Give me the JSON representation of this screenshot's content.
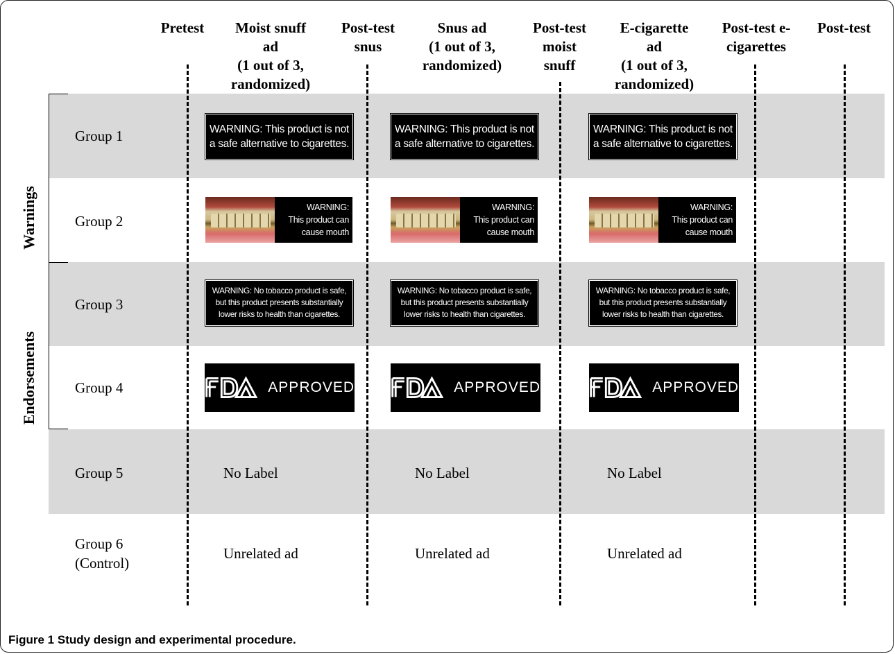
{
  "columns": [
    {
      "id": "pretest",
      "lines": [
        "Pretest"
      ]
    },
    {
      "id": "moist-snuff-ad",
      "lines": [
        "Moist snuff",
        "ad",
        "(1 out of 3,",
        "randomized)"
      ]
    },
    {
      "id": "posttest-snus",
      "lines": [
        "Post-test",
        "snus"
      ]
    },
    {
      "id": "snus-ad",
      "lines": [
        "Snus ad",
        "(1 out of 3,",
        "randomized)"
      ]
    },
    {
      "id": "posttest-moist-snuff",
      "lines": [
        "Post-test",
        "moist",
        "snuff"
      ]
    },
    {
      "id": "ecig-ad",
      "lines": [
        "E-cigarette",
        "ad",
        "(1 out of 3,",
        "randomized)"
      ]
    },
    {
      "id": "posttest-ecig",
      "lines": [
        "Post-test e-",
        "cigarettes"
      ]
    },
    {
      "id": "posttest",
      "lines": [
        "Post-test"
      ]
    }
  ],
  "categories": {
    "warnings": "Warnings",
    "endorsements": "Endorsements"
  },
  "groups": [
    {
      "label": "Group 1",
      "label2": ""
    },
    {
      "label": "Group 2",
      "label2": ""
    },
    {
      "label": "Group 3",
      "label2": ""
    },
    {
      "label": "Group 4",
      "label2": ""
    },
    {
      "label": "Group 5",
      "label2": ""
    },
    {
      "label": "Group 6",
      "label2": "(Control)"
    }
  ],
  "labels": {
    "group1": {
      "line1": "WARNING: This product is not",
      "line2": "a safe alternative to cigarettes."
    },
    "group2": {
      "line1": "WARNING:",
      "line2": "This product can",
      "line3": "cause mouth cancer."
    },
    "group3": {
      "line1": "WARNING: No tobacco product is safe,",
      "line2": "but this product presents substantially",
      "line3": "lower risks to health than cigarettes."
    },
    "group4": {
      "logo": "FDA",
      "text": "APPROVED"
    },
    "group5": {
      "text": "No Label"
    },
    "group6": {
      "text": "Unrelated ad"
    }
  },
  "caption": {
    "label": "Figure 1",
    "text": "Study design and experimental procedure."
  },
  "colors": {
    "band_gray": "#d9d9d9",
    "badge": "#000000"
  }
}
